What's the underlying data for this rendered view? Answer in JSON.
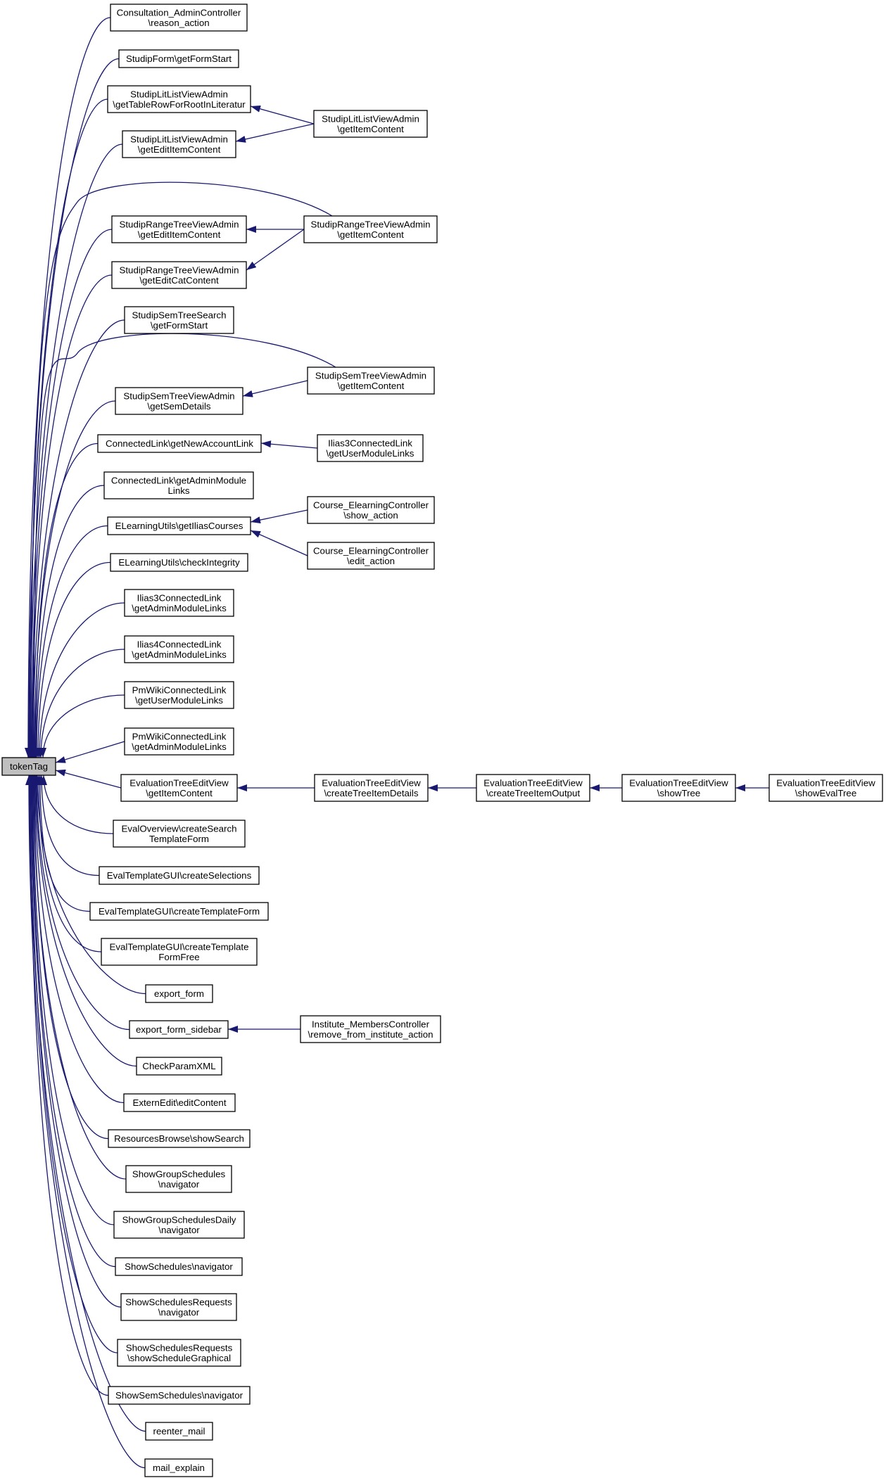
{
  "root": "tokenTag",
  "nodes": [
    {
      "id": "n1",
      "lines": [
        "Consultation_AdminController",
        "\\reason_action"
      ]
    },
    {
      "id": "n2",
      "lines": [
        "StudipForm\\getFormStart"
      ]
    },
    {
      "id": "n3",
      "lines": [
        "StudipLitListViewAdmin",
        "\\getTableRowForRootInLiteratur"
      ]
    },
    {
      "id": "n4",
      "lines": [
        "StudipLitListViewAdmin",
        "\\getEditItemContent"
      ]
    },
    {
      "id": "n5",
      "lines": [
        "StudipRangeTreeViewAdmin",
        "\\getEditItemContent"
      ]
    },
    {
      "id": "n6",
      "lines": [
        "StudipRangeTreeViewAdmin",
        "\\getEditCatContent"
      ]
    },
    {
      "id": "n7",
      "lines": [
        "StudipSemTreeSearch",
        "\\getFormStart"
      ]
    },
    {
      "id": "n8",
      "lines": [
        "StudipSemTreeViewAdmin",
        "\\getSemDetails"
      ]
    },
    {
      "id": "n9",
      "lines": [
        "ConnectedLink\\getNewAccountLink"
      ]
    },
    {
      "id": "n10",
      "lines": [
        "ConnectedLink\\getAdminModule",
        "Links"
      ]
    },
    {
      "id": "n11",
      "lines": [
        "ELearningUtils\\getIliasCourses"
      ]
    },
    {
      "id": "n12",
      "lines": [
        "ELearningUtils\\checkIntegrity"
      ]
    },
    {
      "id": "n13",
      "lines": [
        "Ilias3ConnectedLink",
        "\\getAdminModuleLinks"
      ]
    },
    {
      "id": "n14",
      "lines": [
        "Ilias4ConnectedLink",
        "\\getAdminModuleLinks"
      ]
    },
    {
      "id": "n15",
      "lines": [
        "PmWikiConnectedLink",
        "\\getUserModuleLinks"
      ]
    },
    {
      "id": "n16",
      "lines": [
        "PmWikiConnectedLink",
        "\\getAdminModuleLinks"
      ]
    },
    {
      "id": "n17",
      "lines": [
        "EvaluationTreeEditView",
        "\\getItemContent"
      ]
    },
    {
      "id": "n18",
      "lines": [
        "EvalOverview\\createSearch",
        "TemplateForm"
      ]
    },
    {
      "id": "n19",
      "lines": [
        "EvalTemplateGUI\\createSelections"
      ]
    },
    {
      "id": "n20",
      "lines": [
        "EvalTemplateGUI\\createTemplateForm"
      ]
    },
    {
      "id": "n21",
      "lines": [
        "EvalTemplateGUI\\createTemplate",
        "FormFree"
      ]
    },
    {
      "id": "n22",
      "lines": [
        "export_form"
      ]
    },
    {
      "id": "n23",
      "lines": [
        "export_form_sidebar"
      ]
    },
    {
      "id": "n24",
      "lines": [
        "CheckParamXML"
      ]
    },
    {
      "id": "n25",
      "lines": [
        "ExternEdit\\editContent"
      ]
    },
    {
      "id": "n26",
      "lines": [
        "ResourcesBrowse\\showSearch"
      ]
    },
    {
      "id": "n27",
      "lines": [
        "ShowGroupSchedules",
        "\\navigator"
      ]
    },
    {
      "id": "n28",
      "lines": [
        "ShowGroupSchedulesDaily",
        "\\navigator"
      ]
    },
    {
      "id": "n29",
      "lines": [
        "ShowSchedules\\navigator"
      ]
    },
    {
      "id": "n30",
      "lines": [
        "ShowSchedulesRequests",
        "\\navigator"
      ]
    },
    {
      "id": "n31",
      "lines": [
        "ShowSchedulesRequests",
        "\\showScheduleGraphical"
      ]
    },
    {
      "id": "n32",
      "lines": [
        "ShowSemSchedules\\navigator"
      ]
    },
    {
      "id": "n33",
      "lines": [
        "reenter_mail"
      ]
    },
    {
      "id": "n34",
      "lines": [
        "mail_explain"
      ]
    },
    {
      "id": "c1",
      "lines": [
        "StudipLitListViewAdmin",
        "\\getItemContent"
      ]
    },
    {
      "id": "c2",
      "lines": [
        "StudipRangeTreeViewAdmin",
        "\\getItemContent"
      ]
    },
    {
      "id": "c3",
      "lines": [
        "StudipSemTreeViewAdmin",
        "\\getItemContent"
      ]
    },
    {
      "id": "c4",
      "lines": [
        "Ilias3ConnectedLink",
        "\\getUserModuleLinks"
      ]
    },
    {
      "id": "c5",
      "lines": [
        "Course_ElearningController",
        "\\show_action"
      ]
    },
    {
      "id": "c6",
      "lines": [
        "Course_ElearningController",
        "\\edit_action"
      ]
    },
    {
      "id": "c7",
      "lines": [
        "EvaluationTreeEditView",
        "\\createTreeItemDetails"
      ]
    },
    {
      "id": "c8",
      "lines": [
        "EvaluationTreeEditView",
        "\\createTreeItemOutput"
      ]
    },
    {
      "id": "c9",
      "lines": [
        "EvaluationTreeEditView",
        "\\showTree"
      ]
    },
    {
      "id": "c10",
      "lines": [
        "EvaluationTreeEditView",
        "\\showEvalTree"
      ]
    },
    {
      "id": "c11",
      "lines": [
        "Institute_MembersController",
        "\\remove_from_institute_action"
      ]
    }
  ],
  "edges": [
    {
      "from": "n1",
      "to": "root"
    },
    {
      "from": "n2",
      "to": "root"
    },
    {
      "from": "n3",
      "to": "root"
    },
    {
      "from": "n4",
      "to": "root"
    },
    {
      "from": "c2",
      "to": "root"
    },
    {
      "from": "n5",
      "to": "root"
    },
    {
      "from": "n6",
      "to": "root"
    },
    {
      "from": "n7",
      "to": "root"
    },
    {
      "from": "c3",
      "to": "root"
    },
    {
      "from": "n8",
      "to": "root"
    },
    {
      "from": "n9",
      "to": "root"
    },
    {
      "from": "n10",
      "to": "root"
    },
    {
      "from": "n11",
      "to": "root"
    },
    {
      "from": "n12",
      "to": "root"
    },
    {
      "from": "n13",
      "to": "root"
    },
    {
      "from": "n14",
      "to": "root"
    },
    {
      "from": "n15",
      "to": "root"
    },
    {
      "from": "n16",
      "to": "root"
    },
    {
      "from": "n17",
      "to": "root"
    },
    {
      "from": "n18",
      "to": "root"
    },
    {
      "from": "n19",
      "to": "root"
    },
    {
      "from": "n20",
      "to": "root"
    },
    {
      "from": "n21",
      "to": "root"
    },
    {
      "from": "n22",
      "to": "root"
    },
    {
      "from": "n23",
      "to": "root"
    },
    {
      "from": "n24",
      "to": "root"
    },
    {
      "from": "n25",
      "to": "root"
    },
    {
      "from": "n26",
      "to": "root"
    },
    {
      "from": "n27",
      "to": "root"
    },
    {
      "from": "n28",
      "to": "root"
    },
    {
      "from": "n29",
      "to": "root"
    },
    {
      "from": "n30",
      "to": "root"
    },
    {
      "from": "n31",
      "to": "root"
    },
    {
      "from": "n32",
      "to": "root"
    },
    {
      "from": "n33",
      "to": "root"
    },
    {
      "from": "n34",
      "to": "root"
    },
    {
      "from": "c1",
      "to": "n3"
    },
    {
      "from": "c1",
      "to": "n4"
    },
    {
      "from": "c2",
      "to": "n5"
    },
    {
      "from": "c2",
      "to": "n6"
    },
    {
      "from": "c3",
      "to": "n8"
    },
    {
      "from": "c4",
      "to": "n9"
    },
    {
      "from": "c5",
      "to": "n11"
    },
    {
      "from": "c6",
      "to": "n11"
    },
    {
      "from": "c7",
      "to": "n17"
    },
    {
      "from": "c8",
      "to": "c7"
    },
    {
      "from": "c9",
      "to": "c8"
    },
    {
      "from": "c10",
      "to": "c9"
    },
    {
      "from": "c11",
      "to": "n23"
    }
  ]
}
